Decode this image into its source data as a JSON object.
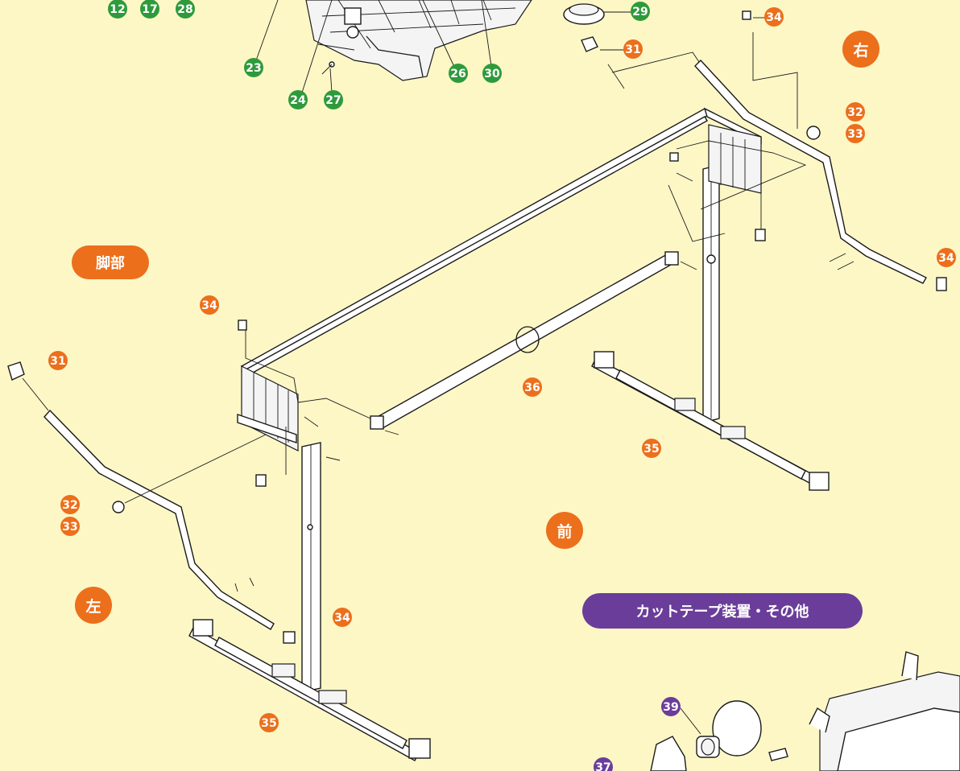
{
  "labels": {
    "right": "右",
    "legs": "脚部",
    "front": "前",
    "left": "左",
    "section2": "カットテープ装置・その他"
  },
  "colors": {
    "background": "#fdf7c6",
    "green": "#2f9a3c",
    "orange": "#ec6f1c",
    "purple": "#6a3d9a"
  },
  "callouts": [
    {
      "id": "c12",
      "text": "12",
      "color": "green"
    },
    {
      "id": "c17",
      "text": "17",
      "color": "green"
    },
    {
      "id": "c28",
      "text": "28",
      "color": "green"
    },
    {
      "id": "c23",
      "text": "23",
      "color": "green"
    },
    {
      "id": "c24",
      "text": "24",
      "color": "green"
    },
    {
      "id": "c27a",
      "text": "27",
      "color": "green"
    },
    {
      "id": "c26",
      "text": "26",
      "color": "green"
    },
    {
      "id": "c30",
      "text": "30",
      "color": "green"
    },
    {
      "id": "c29",
      "text": "29",
      "color": "green"
    },
    {
      "id": "c34a",
      "text": "34",
      "color": "orange"
    },
    {
      "id": "c31a",
      "text": "31",
      "color": "orange"
    },
    {
      "id": "c32a",
      "text": "32",
      "color": "orange"
    },
    {
      "id": "c33a",
      "text": "33",
      "color": "orange"
    },
    {
      "id": "c34b",
      "text": "34",
      "color": "orange"
    },
    {
      "id": "c34c",
      "text": "34",
      "color": "orange"
    },
    {
      "id": "c31b",
      "text": "31",
      "color": "orange"
    },
    {
      "id": "c36",
      "text": "36",
      "color": "orange"
    },
    {
      "id": "c35a",
      "text": "35",
      "color": "orange"
    },
    {
      "id": "c32b",
      "text": "32",
      "color": "orange"
    },
    {
      "id": "c33b",
      "text": "33",
      "color": "orange"
    },
    {
      "id": "c34d",
      "text": "34",
      "color": "orange"
    },
    {
      "id": "c35b",
      "text": "35",
      "color": "orange"
    },
    {
      "id": "c39",
      "text": "39",
      "color": "purple"
    },
    {
      "id": "c37",
      "text": "37",
      "color": "purple"
    }
  ]
}
